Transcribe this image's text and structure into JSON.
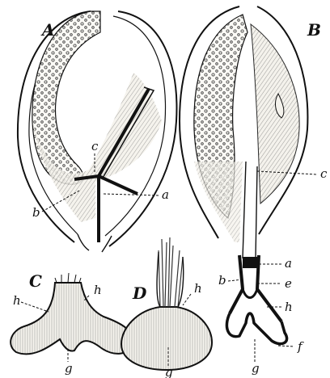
{
  "panels": {
    "A": {
      "letter": "A",
      "labels": {
        "a": "a",
        "b": "b",
        "c": "c"
      }
    },
    "B": {
      "letter": "B",
      "labels": {
        "a": "a",
        "b": "b",
        "c": "c",
        "e": "e",
        "f": "f",
        "g": "g",
        "h": "h"
      }
    },
    "C": {
      "letter": "C",
      "labels": {
        "h_left": "h",
        "h_right": "h",
        "g": "g"
      }
    },
    "D": {
      "letter": "D",
      "labels": {
        "h": "h",
        "g": "g"
      }
    }
  }
}
